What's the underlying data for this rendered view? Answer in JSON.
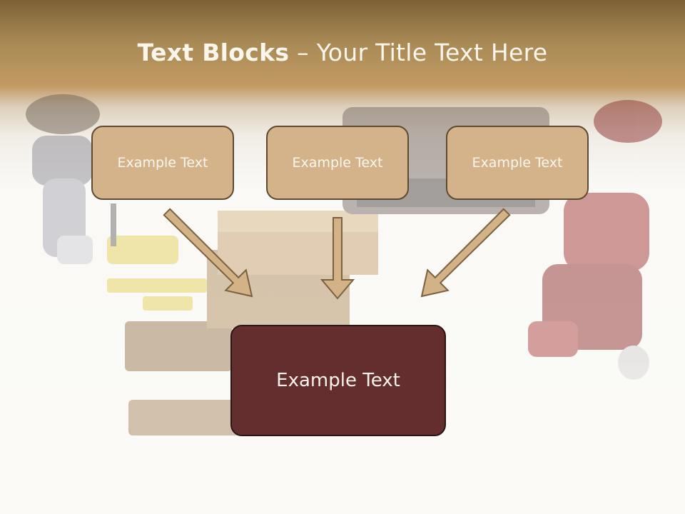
{
  "title": {
    "bold": "Text Blocks",
    "separator": " – ",
    "rest": "Your Title Text Here"
  },
  "blocks": {
    "top_left": "Example Text",
    "top_center": "Example Text",
    "top_right": "Example Text",
    "bottom": "Example Text"
  },
  "colors": {
    "header_band": "#c29a63",
    "small_box_fill": "#d4b38a",
    "small_box_border": "#5e4a30",
    "big_box_fill": "#652e2e",
    "arrow_fill": "#d3b286",
    "arrow_stroke": "#7a6141"
  }
}
